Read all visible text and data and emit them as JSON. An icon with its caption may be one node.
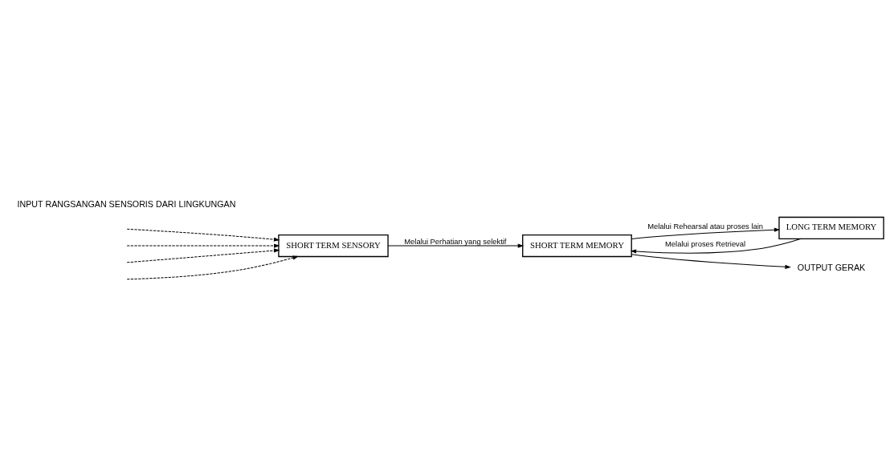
{
  "diagram": {
    "nodes": [
      {
        "text": [
          "SHORT TERM SENSORY"
        ]
      },
      {
        "text": [
          "SHORT TERM MEMORY"
        ]
      },
      {
        "text": [
          "LONG TERM MEMORY"
        ]
      },
      {
        "text": [
          "OUTPUT GERAK"
        ]
      }
    ],
    "edges": [
      {
        "from": null,
        "to": 0,
        "arrow": "to",
        "style": "dashed"
      },
      {
        "from": null,
        "to": 0,
        "arrow": "to",
        "style": "dashed"
      },
      {
        "from": null,
        "to": 0,
        "arrow": "to",
        "style": "dashed"
      },
      {
        "from": null,
        "to": 0,
        "arrow": "to",
        "style": "dashed"
      },
      {
        "from": 0,
        "to": 1,
        "arrow": "to",
        "label": "Melalui Perhatian yang selektif"
      },
      {
        "from": 1,
        "to": 2,
        "arrow": "to",
        "label": "Melalui Rehearsal atau proses lain"
      },
      {
        "from": 2,
        "to": 1,
        "arrow": "to",
        "label": "Melalui proses Retrieval"
      },
      {
        "from": 1,
        "to": 3,
        "arrow": "to"
      }
    ],
    "labels": [
      "INPUT RANGSANGAN SENSORIS DARI LINGKUNGAN"
    ]
  }
}
